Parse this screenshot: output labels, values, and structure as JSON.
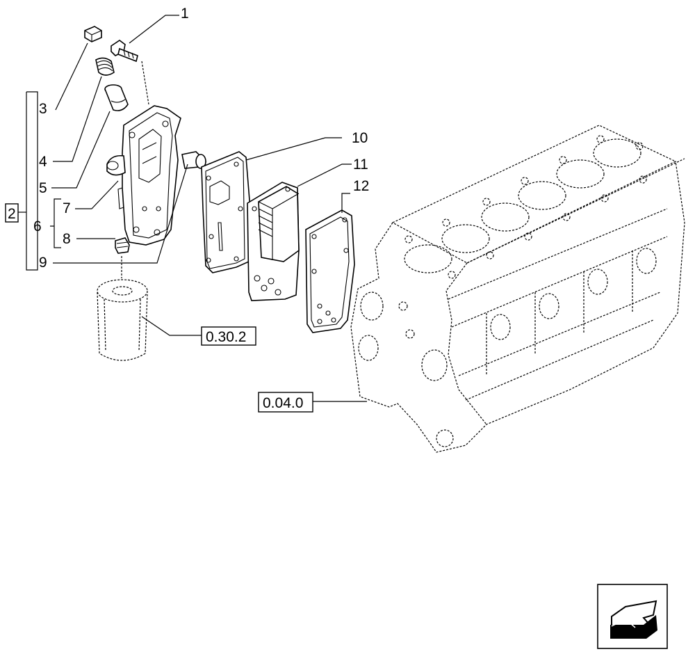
{
  "labels": {
    "p1": "1",
    "p2": "2",
    "p3": "3",
    "p4": "4",
    "p5": "5",
    "p6": "6",
    "p7": "7",
    "p8": "8",
    "p9": "9",
    "p10": "10",
    "p11": "11",
    "p12": "12"
  },
  "references": {
    "oil_filter": "0.30.2",
    "engine_block": "0.04.0"
  },
  "icons": {
    "nav_arrow": "arrow-left-down-icon"
  }
}
